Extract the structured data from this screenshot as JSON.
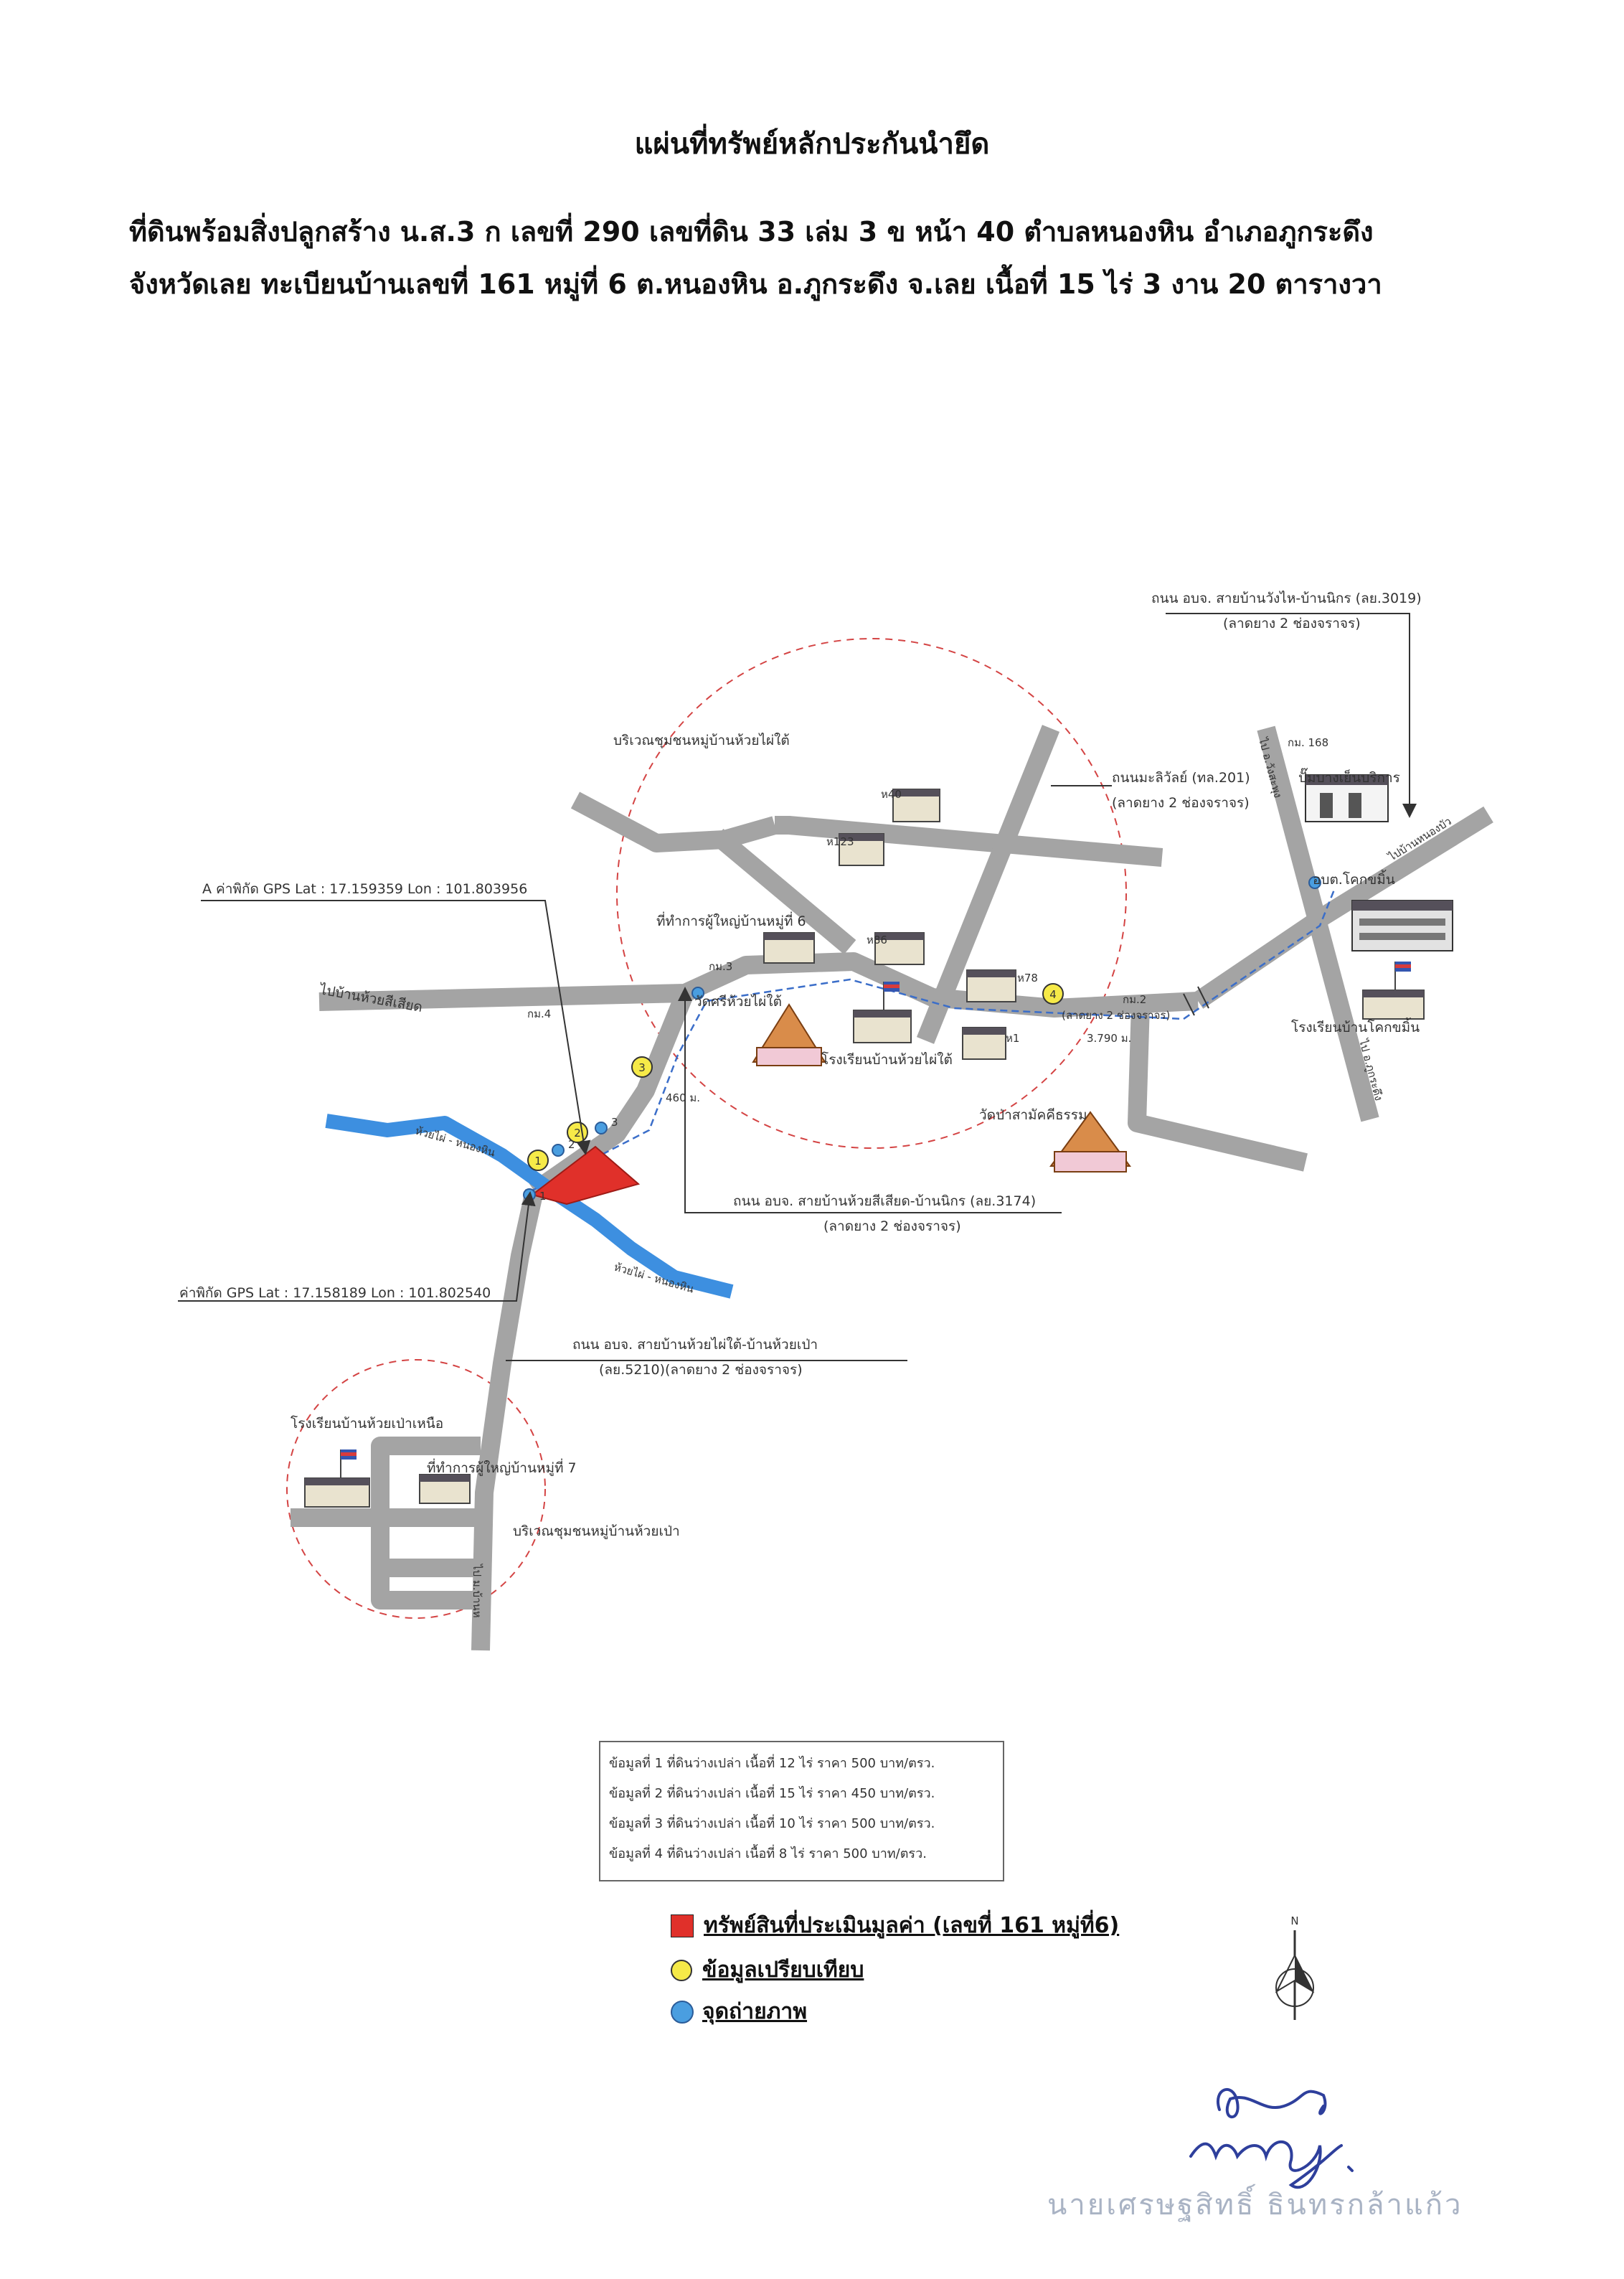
{
  "title": "แผ่นที่ทรัพย์หลักประกันนำยึด",
  "subtitle_line1": "ที่ดินพร้อมสิ่งปลูกสร้าง น.ส.3 ก เลขที่ 290 เลขที่ดิน 33 เล่ม 3 ข หน้า 40 ตำบลหนองหิน อำเภอภูกระดึง",
  "subtitle_line2": "จังหวัดเลย ทะเบียนบ้านเลขที่ 161 หมู่ที่ 6 ต.หนองหิน อ.ภูกระดึง จ.เลย เนื้อที่ 15 ไร่ 3 งาน 20 ตารางวา",
  "map": {
    "road_3019_name": "ถนน อบจ. สายบ้านวังไห-บ้านนิกร (ลย.3019)",
    "road_3019_surface": "(ลาดยาง 2 ช่องจราจร)",
    "community_north": "บริเวณชุมชนหมู่บ้านห้วยไผ่ใต้",
    "road_201_name": "ถนนมะลิวัลย์ (ทล.201)",
    "road_201_surface": "(ลาดยาง 2 ช่องจราจร)",
    "km_168": "กม. 168",
    "gas_station": "ปั๊มบางเย็นบริการ",
    "to_wangsaphung": "ไป อ.วังสะพุง",
    "to_ban_nongbua": "ไปบ้านหนองบัว",
    "district_office": "อบต.โคกขมิ้น",
    "gps_a": "A ค่าพิกัด GPS Lat : 17.159359 Lon : 101.803956",
    "house_40": "ห40",
    "house_123": "ห123",
    "house_86": "ห86",
    "house_78": "ห78",
    "house_1": "ห1",
    "village_head_6": "ที่ทำการผู้ใหญ่บ้านหมู่ที่ 6",
    "km_3": "กม.3",
    "km_4": "กม.4",
    "km_2": "กม.2",
    "to_huai_si_siat": "ไปบ้านห้วยสีเสียด",
    "temple_huai_phai": "วัดศรีห้วยไผ่ใต้",
    "school_huai_phai": "โรงเรียนบ้านห้วยไผ่ใต้",
    "road_2lane": "(ลาดยาง 2 ช่องจราจร)",
    "dist_3790": "3.790 ม.",
    "school_khok_khamin": "โรงเรียนบ้านโคกขมิ้น",
    "to_phu_kradueng": "ไป อ.ภูกระดึง",
    "dist_460": "460 ม.",
    "temple_forest": "วัดป่าสามัคคีธรรม",
    "road_3174_name": "ถนน อบจ. สายบ้านห้วยสีเสียด-บ้านนิกร (ลย.3174)",
    "road_3174_surface": "(ลาดยาง 2 ช่องจราจร)",
    "creek_1": "ห้วยไผ่ - หนองหิน",
    "creek_2": "ห้วยไผ่ - หนองหิน",
    "gps_b": "ค่าพิกัด GPS Lat : 17.158189 Lon : 101.802540",
    "road_5210_name": "ถนน อบจ. สายบ้านห้วยไผ่ใต้-บ้านห้วยเป่า",
    "road_5210_surface": "(ลย.5210)(ลาดยาง 2 ช่องจราจร)",
    "school_huai_pao": "โรงเรียนบ้านห้วยเป่าเหนือ",
    "village_head_7": "ที่ทำการผู้ใหญ่บ้านหมู่ที่ 7",
    "community_south": "บริเวณชุมชนหมู่บ้านห้วยเป่า",
    "to_village": "ไป ม.บ้านห",
    "marker_1": "1",
    "marker_2": "2",
    "marker_3": "3",
    "marker_4": "4",
    "photo_1": "1",
    "photo_2": "2",
    "photo_3": "3",
    "north_letter": "N"
  },
  "data_box": [
    "ข้อมูลที่ 1 ที่ดินว่างเปล่า เนื้อที่ 12 ไร่ ราคา 500 บาท/ตรว.",
    "ข้อมูลที่ 2 ที่ดินว่างเปล่า เนื้อที่ 15 ไร่ ราคา 450 บาท/ตรว.",
    "ข้อมูลที่ 3 ที่ดินว่างเปล่า เนื้อที่ 10 ไร่ ราคา 500 บาท/ตรว.",
    "ข้อมูลที่ 4 ที่ดินว่างเปล่า เนื้อที่ 8 ไร่ ราคา 500 บาท/ตรว."
  ],
  "legend": {
    "subject": "ทรัพย์สินที่ประเมินมูลค่า (เลขที่ 161 หมู่ที่6)",
    "comparable": "ข้อมูลเปรียบเทียบ",
    "photo": "จุดถ่ายภาพ"
  },
  "signature_name": "นายเศรษฐสิทธิ์ ธินทรกล้าแก้ว",
  "colors": {
    "road": "#a4a4a4",
    "subject": "#e0302a",
    "creek": "#3d8fe0",
    "comparable": "#f6ea48",
    "community_circle": "#d44444",
    "route_dash": "#3b6ec9",
    "signature_ink": "#2e3f9c"
  }
}
